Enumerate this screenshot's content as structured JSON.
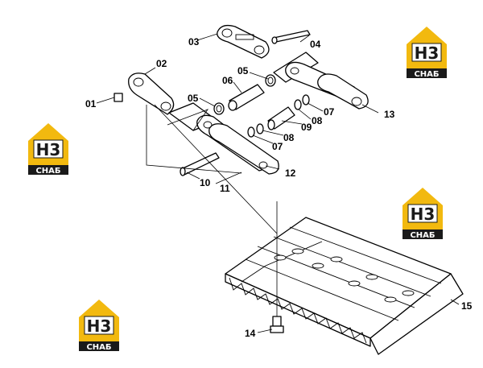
{
  "diagram": {
    "callouts": [
      "01",
      "02",
      "03",
      "04",
      "05",
      "06",
      "05",
      "07",
      "08",
      "09",
      "08",
      "07",
      "10",
      "11",
      "12",
      "13",
      "14",
      "15"
    ]
  },
  "logo": {
    "letters": "H3",
    "caption": "СНАБ",
    "brand_color": "#f2b90f",
    "dark_color": "#1a1a1a",
    "icon": "house-logo-icon"
  }
}
